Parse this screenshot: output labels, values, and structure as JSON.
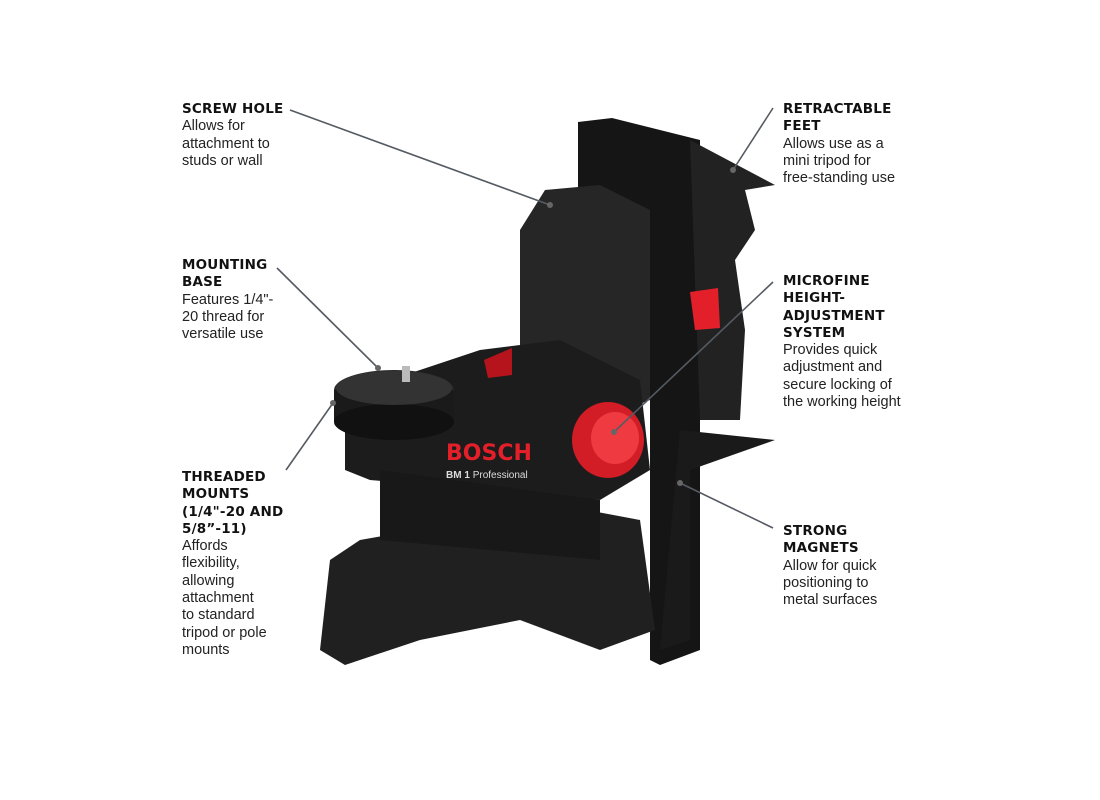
{
  "product": {
    "brand": "BOSCH",
    "model": "BM 1",
    "line": "Professional"
  },
  "callouts": [
    {
      "id": "screw-hole",
      "title": [
        "SCREW HOLE"
      ],
      "desc": [
        "Allows for",
        "attachment to",
        "studs or wall"
      ]
    },
    {
      "id": "mounting-base",
      "title": [
        "MOUNTING",
        "BASE"
      ],
      "desc": [
        "Features 1/4\"-",
        "20 thread for",
        "versatile use"
      ]
    },
    {
      "id": "threaded-mounts",
      "title": [
        "THREADED",
        "MOUNTS",
        "(1/4\"-20 AND",
        "5/8”-11)"
      ],
      "desc": [
        "Affords",
        "flexibility,",
        "allowing",
        "attachment",
        "to standard",
        "tripod or pole",
        "mounts"
      ]
    },
    {
      "id": "retractable-feet",
      "title": [
        "RETRACTABLE",
        "FEET"
      ],
      "desc": [
        "Allows use as a",
        "mini tripod for",
        "free-standing use"
      ]
    },
    {
      "id": "microfine",
      "title": [
        "MICROFINE",
        "HEIGHT-",
        "ADJUSTMENT",
        "SYSTEM"
      ],
      "desc": [
        "Provides quick",
        "adjustment and",
        "secure locking of",
        "the working height"
      ]
    },
    {
      "id": "strong-magnets",
      "title": [
        "STRONG",
        "MAGNETS"
      ],
      "desc": [
        "Allow for quick",
        "positioning to",
        "metal surfaces"
      ]
    }
  ],
  "colors": {
    "accent": "#e3202a",
    "body": "#1e1e1e",
    "line": "#555b63"
  }
}
